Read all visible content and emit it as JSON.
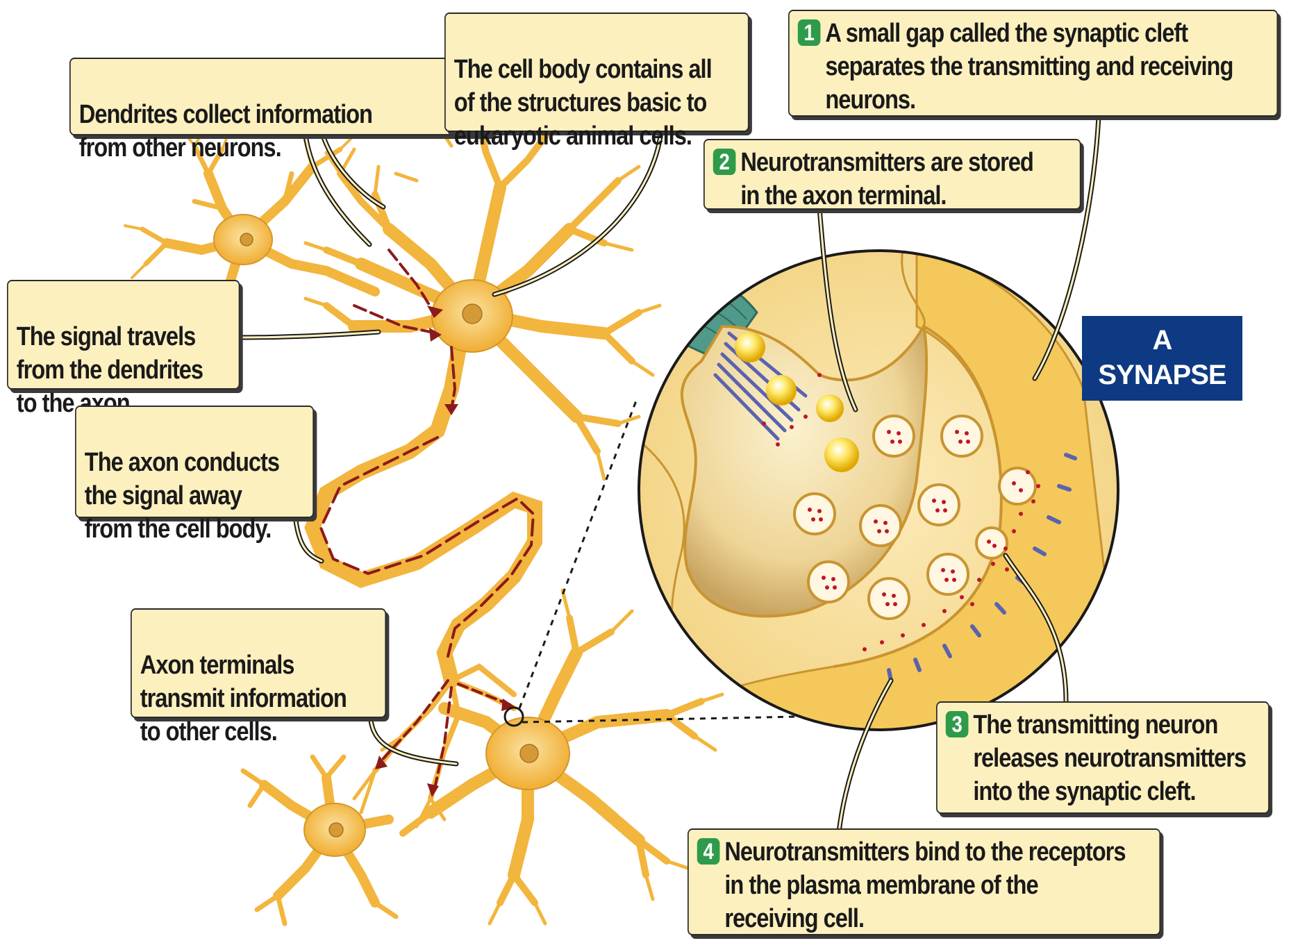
{
  "callouts": {
    "dendrites": "Dendrites collect information\nfrom other neurons.",
    "cell_body": "The cell body contains all\nof the structures basic to\neukaryotic animal cells.",
    "signal": "The signal travels\nfrom the dendrites\nto the axon.",
    "axon": "The axon conducts\nthe signal away\nfrom the cell body.",
    "terminals": "Axon terminals\ntransmit information\nto other cells."
  },
  "steps": [
    {
      "number": "1",
      "text": "A small gap called the synaptic cleft\nseparates the transmitting and receiving\nneurons."
    },
    {
      "number": "2",
      "text": "Neurotransmitters are stored\nin the axon terminal."
    },
    {
      "number": "3",
      "text": "The transmitting neuron\nreleases neurotransmitters\ninto the synaptic cleft."
    },
    {
      "number": "4",
      "text": "Neurotransmitters bind to the receptors\nin the plasma membrane of the\nreceiving cell."
    }
  ],
  "synapse_label": {
    "line1": "A",
    "line2": "SYNAPSE"
  },
  "colors": {
    "neuron": "#f2b53d",
    "neuron_edge": "#c98a1c",
    "signal_arrow": "#8b1a1a",
    "callout_fill": "#fdf0bf",
    "step_badge": "#2f9b4a",
    "label_box": "#0d3a82",
    "vesicle": "#c0152a",
    "receptor": "#5a62b0",
    "myelin": "#4f9a8a"
  }
}
